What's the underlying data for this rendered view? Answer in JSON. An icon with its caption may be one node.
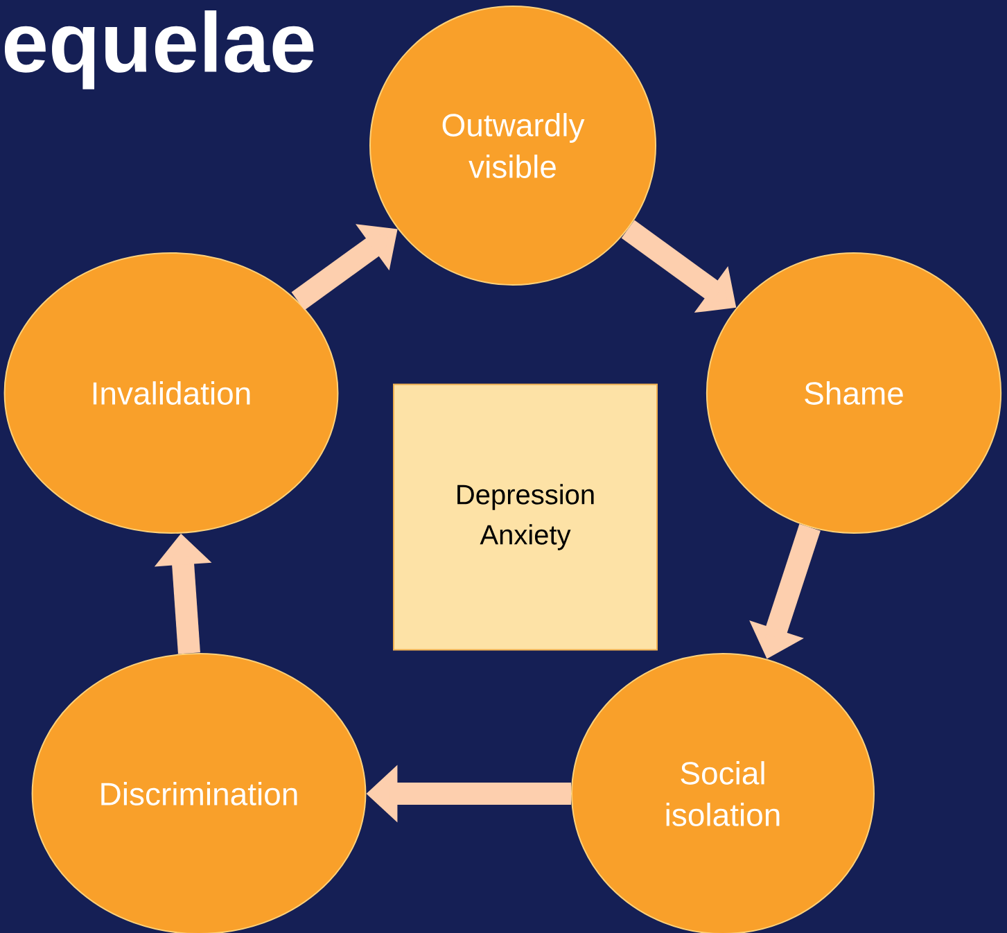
{
  "diagram": {
    "title": "equelae",
    "nodes": [
      {
        "text": [
          "Outwardly visible"
        ]
      },
      {
        "text": [
          "Shame"
        ]
      },
      {
        "text": [
          "Social isolation"
        ]
      },
      {
        "text": [
          "Discrimination"
        ]
      },
      {
        "text": [
          "Invalidation"
        ]
      },
      {
        "text": [
          "Depression Anxiety"
        ]
      }
    ],
    "edges": [
      {
        "from": 0,
        "to": 1,
        "arrow": "to"
      },
      {
        "from": 1,
        "to": 2,
        "arrow": "to"
      },
      {
        "from": 2,
        "to": 3,
        "arrow": "to"
      },
      {
        "from": 3,
        "to": 4,
        "arrow": "to"
      },
      {
        "from": 4,
        "to": 0,
        "arrow": "to"
      }
    ]
  }
}
